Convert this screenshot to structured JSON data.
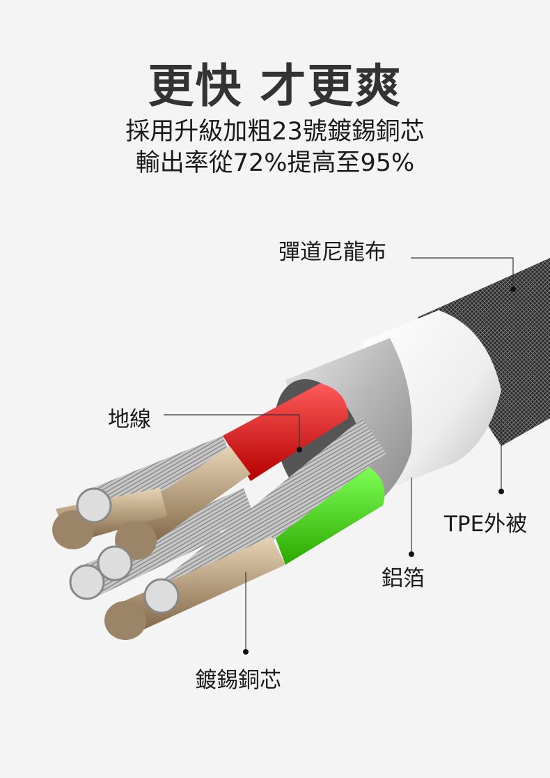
{
  "headline": "更快 才更爽",
  "subtitle_lines": [
    "採用升級加粗23號鍍錫銅芯",
    "輸出率從72%提高至95%"
  ],
  "labels": {
    "nylon": "彈道尼龍布",
    "ground": "地線",
    "tpe": "TPE外被",
    "foil": "鋁箔",
    "core": "鍍錫銅芯"
  }
}
